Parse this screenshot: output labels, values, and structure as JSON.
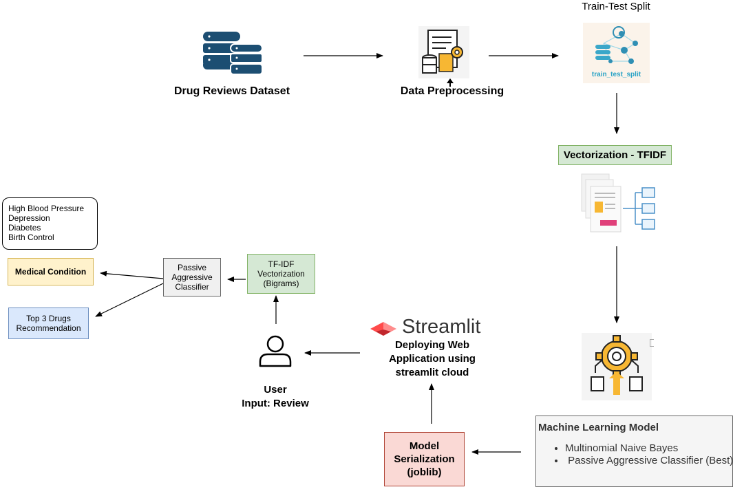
{
  "nodes": {
    "dataset": {
      "label": "Drug Reviews Dataset",
      "icon": "database-icon"
    },
    "preprocessing": {
      "label": "Data Preprocessing",
      "icon": "data-processing-icon"
    },
    "train_test_split": {
      "title": "Train-Test Split",
      "image_text": "train_test_split",
      "icon": "network-split-icon"
    },
    "vectorization": {
      "label": "Vectorization - TFIDF",
      "icon": "document-hierarchy-icon",
      "color": "#d5e8d4"
    },
    "ml_model": {
      "title": "Machine Learning Model",
      "items": [
        "Multinomial Naive Bayes",
        " Passive Aggressive Classifier (Best)"
      ],
      "icon": "gear-model-icon",
      "color": "#f5f5f5"
    },
    "serialization": {
      "line1": "Model",
      "line2": "Serialization",
      "line3": "(joblib)",
      "color": "#fad9d5"
    },
    "streamlit": {
      "logo_text": "Streamlit",
      "line1": "Deploying Web",
      "line2": "Application using",
      "line3": "streamlit cloud",
      "accent": "#ff4b4b"
    },
    "user": {
      "line1": "User",
      "line2": "Input: Review",
      "icon": "user-icon"
    },
    "tfidf_bigrams": {
      "line1": "TF-IDF",
      "line2": "Vectorization",
      "line3": "(Bigrams)",
      "color": "#d5e8d4"
    },
    "classifier": {
      "line1": "Passive",
      "line2": "Aggressive",
      "line3": "Classifier",
      "color": "#f0f0f0"
    },
    "medical_condition": {
      "label": "Medical Condition",
      "color": "#fff2cc"
    },
    "top3": {
      "line1": "Top 3 Drugs",
      "line2": "Recommendation",
      "color": "#dae8fc"
    },
    "conditions": {
      "items": [
        "High Blood Pressure",
        "Depression",
        "Diabetes",
        "Birth Control"
      ]
    }
  }
}
